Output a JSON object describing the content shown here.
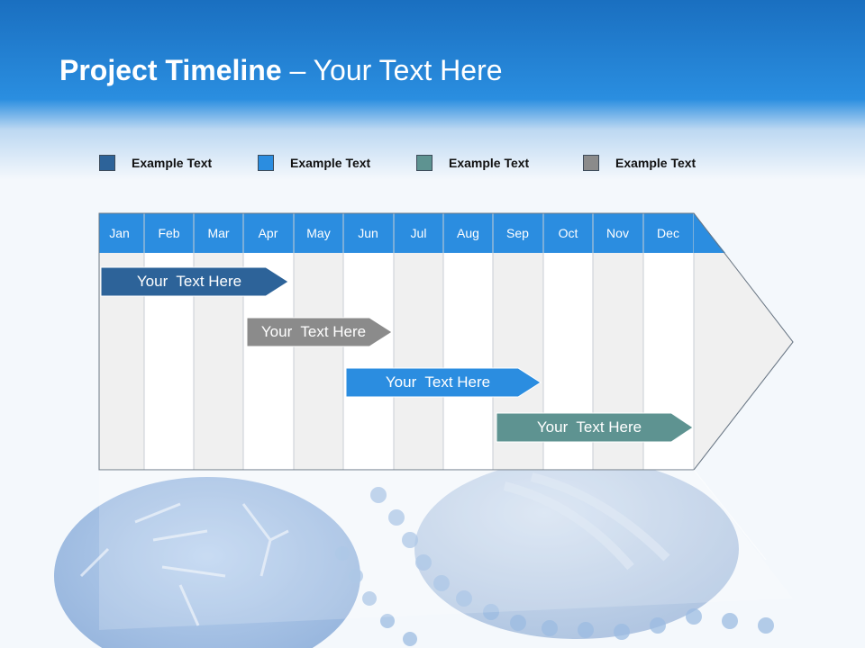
{
  "slide": {
    "title_bold": "Project Timeline",
    "title_rest": " – Your Text Here"
  },
  "legend": [
    {
      "label": "Example Text",
      "color": "#2d6399"
    },
    {
      "label": "Example Text",
      "color": "#2b8de0"
    },
    {
      "label": "Example Text",
      "color": "#5e9391"
    },
    {
      "label": "Example Text",
      "color": "#8b8b8b"
    }
  ],
  "months": [
    "Jan",
    "Feb",
    "Mar",
    "Apr",
    "May",
    "Jun",
    "Jul",
    "Aug",
    "Sep",
    "Oct",
    "Nov",
    "Dec"
  ],
  "tasks": [
    {
      "label": "Your  Text Here",
      "color": "#2d6399"
    },
    {
      "label": "Your  Text Here",
      "color": "#8b8b8b"
    },
    {
      "label": "Your  Text Here",
      "color": "#2b8de0"
    },
    {
      "label": "Your  Text Here",
      "color": "#5e9391"
    }
  ],
  "colors": {
    "header": "#1a6fc0",
    "month_bar": "#2b8de0",
    "column_shade": "#f0f0f0"
  }
}
